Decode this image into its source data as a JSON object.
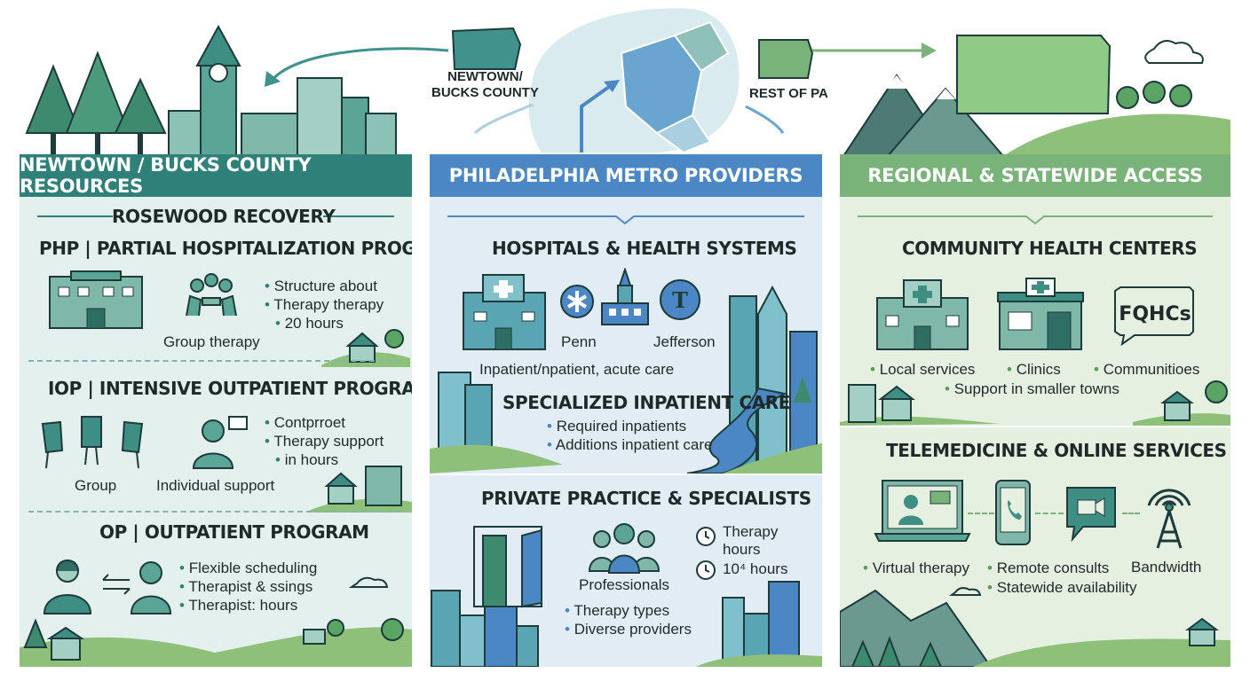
{
  "map": {
    "label_newtown": "NEWTOWN/\nBUCKS COUNTY",
    "label_rest": "REST OF PA"
  },
  "panels": {
    "bucks": {
      "title": "NEWTOWN / BUCKS COUNTY RESOURCES",
      "subtitle": "ROSEWOOD RECOVERY",
      "php": {
        "heading": "PHP | PARTIAL HOSPITALIZATION PROGRAM",
        "icon_label": "Group therapy",
        "bullets": [
          "Structure about",
          "Therapy therapy",
          "20 hours"
        ]
      },
      "iop": {
        "heading": "IOP | INTENSIVE OUTPATIENT PROGRAM",
        "label_group": "Group",
        "label_individual": "Individual support",
        "bullets": [
          "Contprroet",
          "Therapy support",
          "in hours"
        ]
      },
      "op": {
        "heading": "OP | OUTPATIENT PROGRAM",
        "bullets": [
          "Flexible scheduling",
          "Therapist & ssings",
          "Therapist: hours"
        ]
      }
    },
    "philly": {
      "title": "PHILADELPHIA METRO PROVIDERS",
      "hospitals": {
        "heading": "HOSPITALS & HEALTH SYSTEMS",
        "label_penn": "Penn",
        "label_jefferson": "Jefferson",
        "caption": "Inpatient/npatient, acute care"
      },
      "inpatient": {
        "heading": "SPECIALIZED INPATIENT CARE",
        "bullets": [
          "Required inpatients",
          "Additions inpatient care"
        ]
      },
      "private": {
        "heading": "PRIVATE PRACTICE & SPECIALISTS",
        "label_professionals": "Professionals",
        "hours_1": "Therapy\nhours",
        "hours_2": "10⁴ hours",
        "bullets": [
          "Therapy types",
          "Diverse providers"
        ]
      }
    },
    "regional": {
      "title": "REGIONAL & STATEWIDE ACCESS",
      "chc": {
        "heading": "COMMUNITY HEALTH CENTERS",
        "badge": "FQHCs",
        "bullet_local": "Local services",
        "bullet_clinics": "Clinics",
        "bullet_communities": "Communitioes",
        "bullet_support": "Support in smaller towns"
      },
      "tele": {
        "heading": "TELEMEDICINE & ONLINE SERVICES",
        "bullet_virtual": "Virtual therapy",
        "bullet_remote": "Remote consults",
        "label_bandwidth": "Bandwidth",
        "bullet_statewide": "Statewide availability"
      }
    }
  },
  "colors": {
    "teal": "#2f8079",
    "blue": "#4b87c4",
    "green": "#79b37a"
  }
}
